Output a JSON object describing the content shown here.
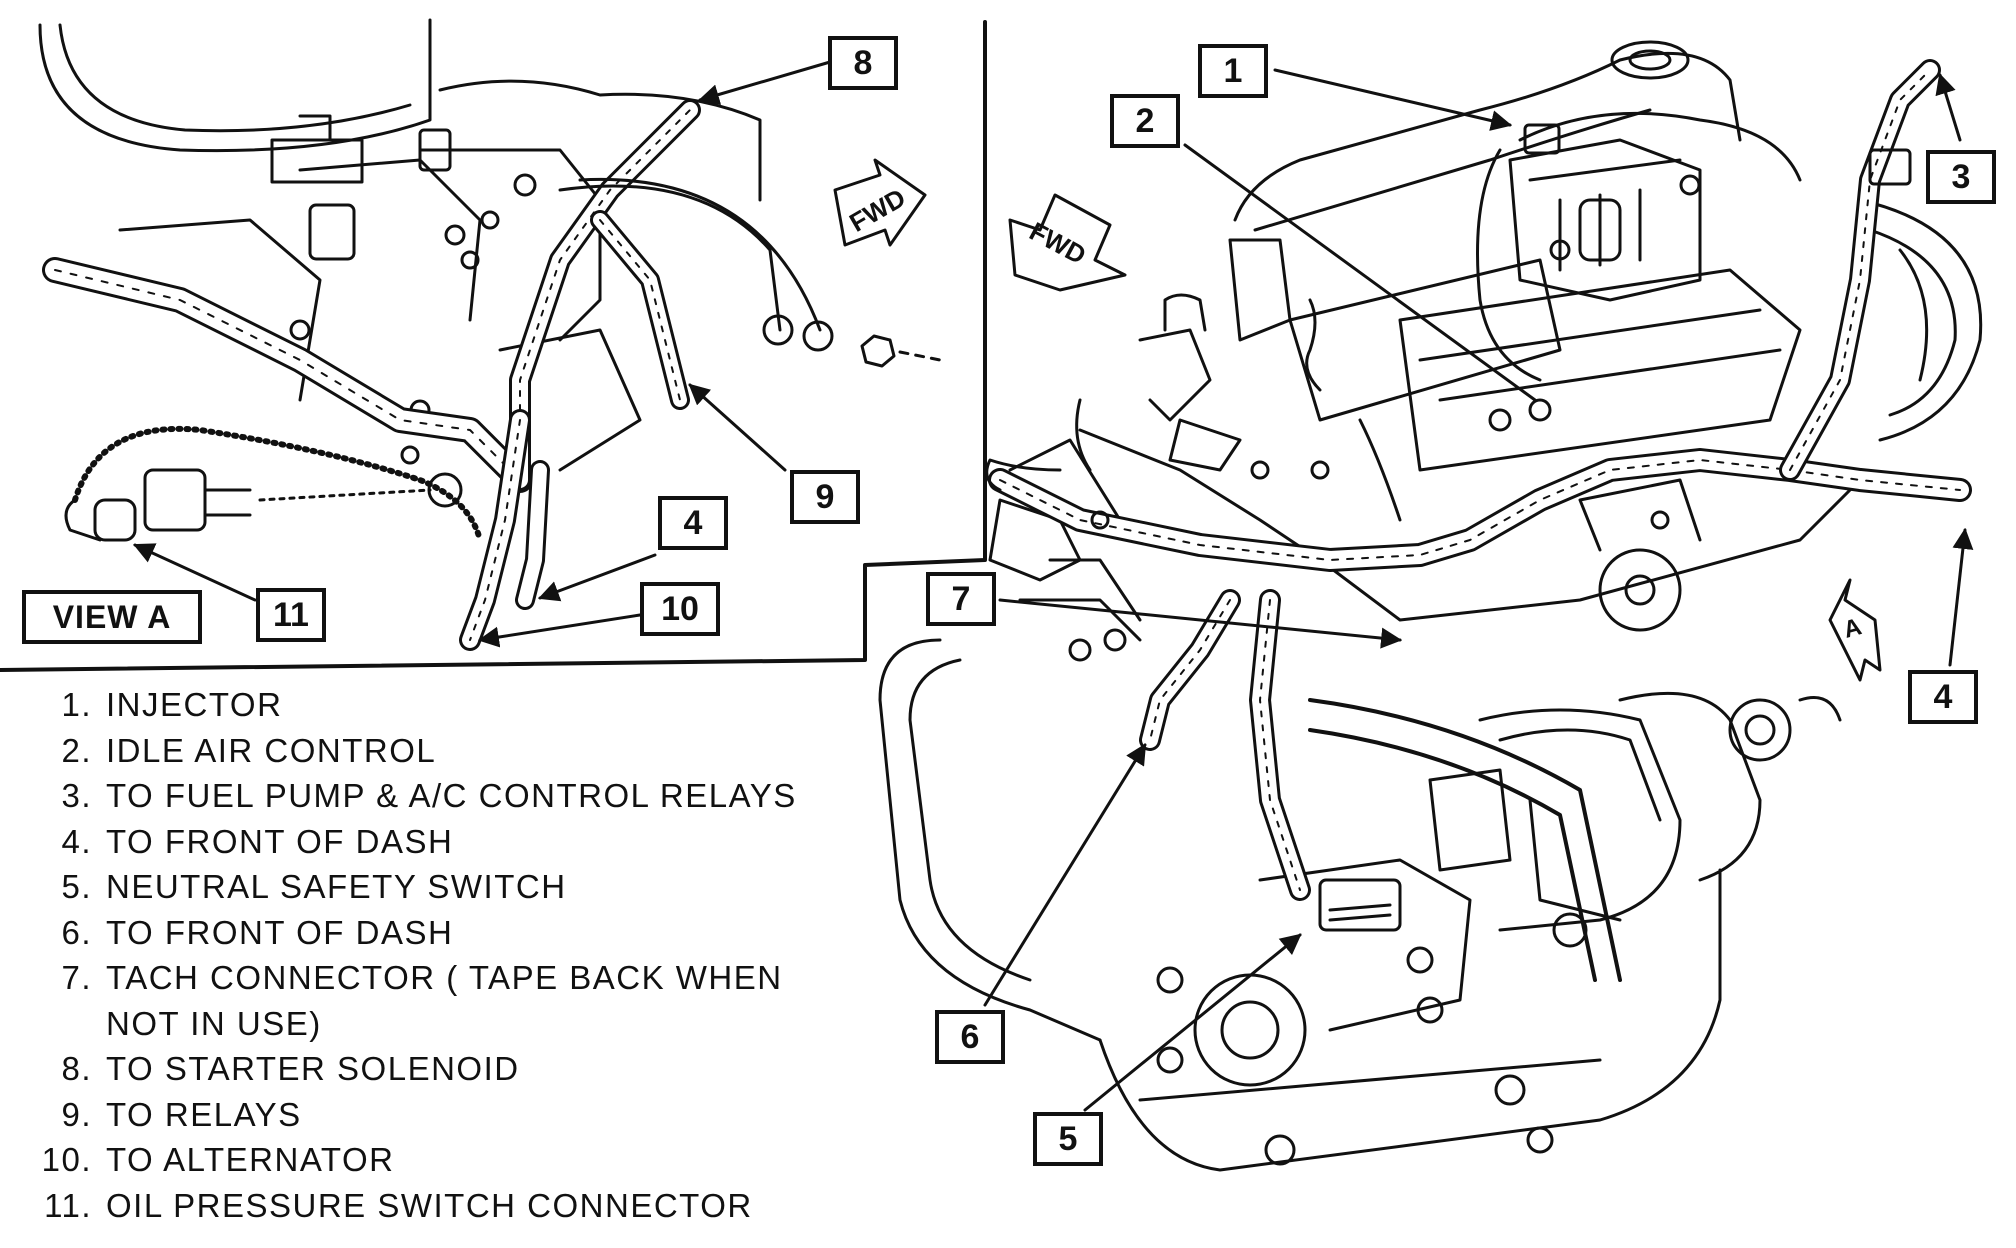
{
  "view_label": "VIEW  A",
  "fwd_left": "FWD",
  "fwd_right": "FWD",
  "view_marker": "A",
  "callouts": [
    "1",
    "2",
    "3",
    "4",
    "4",
    "5",
    "6",
    "7",
    "8",
    "9",
    "10",
    "11"
  ],
  "legend": [
    {
      "num": "1.",
      "text": "INJECTOR"
    },
    {
      "num": "2.",
      "text": "IDLE AIR CONTROL"
    },
    {
      "num": "3.",
      "text": "TO FUEL PUMP & A/C CONTROL RELAYS"
    },
    {
      "num": "4.",
      "text": "TO FRONT OF DASH"
    },
    {
      "num": "5.",
      "text": "NEUTRAL SAFETY SWITCH"
    },
    {
      "num": "6.",
      "text": "TO FRONT OF DASH"
    },
    {
      "num": "7.",
      "text": "TACH CONNECTOR ( TAPE BACK WHEN"
    },
    {
      "num": "",
      "text": "NOT  IN USE)"
    },
    {
      "num": "8.",
      "text": "TO STARTER SOLENOID"
    },
    {
      "num": "9.",
      "text": "TO RELAYS"
    },
    {
      "num": "10.",
      "text": "TO ALTERNATOR"
    },
    {
      "num": "11.",
      "text": "OIL PRESSURE SWITCH CONNECTOR"
    }
  ]
}
